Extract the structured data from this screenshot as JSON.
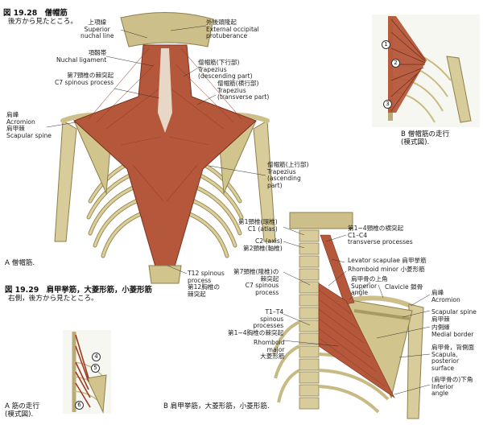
{
  "fig28": {
    "title": "図 19.28　僧帽筋",
    "subtitle": "後方から見たところ。",
    "panel_a": "A 僧帽筋.",
    "panel_b": "B 僧帽筋の走行\n(模式図).",
    "labels": {
      "superior_nuchal_line": "上項線\nSuperior\nnuchal line",
      "external_occipital_protuberance": "外後頭隆起\nExternal occipital\nprotuberance",
      "nuchal_ligament": "項靱帯\nNuchal ligament",
      "trapezius_descending": "僧帽筋(下行部)\nTrapezius\n(descending part)",
      "c7_spinous": "第7頸椎の棘突起\nC7 spinous process",
      "trapezius_transverse": "僧帽筋(横行部)\nTrapezius\n(transverse part)",
      "acromion": "肩峰\nAcromion\n肩甲棘\nScapular spine",
      "trapezius_ascending": "僧帽筋(上行部)\nTrapezius\n(ascending\npart)",
      "t12_spinous": "T12 spinous\nprocess\n第12胸椎の\n棘突起"
    },
    "numbers": [
      "1",
      "2",
      "3"
    ]
  },
  "fig29": {
    "title": "図 19.29　肩甲挙筋，大菱形筋，小菱形筋",
    "subtitle": "右側，後方から見たところ。",
    "panel_a": "A 筋の走行\n(模式図).",
    "panel_b": "B 肩甲挙筋，大菱形筋，小菱形筋.",
    "labels": {
      "c1": "第1頸椎(環椎)\nC1 (atlas)",
      "c2": "C2 (axis)\n第2頸椎(軸椎)",
      "c1c4_transverse": "第1~4頸椎の横突起\nC1–C4\ntransverse processes",
      "levator": "Levator scapulae 肩甲挙筋",
      "rhomboid_minor": "Rhomboid minor 小菱形筋",
      "c7_spinous": "第7頸椎(隆椎)の\n棘突起\nC7 spinous\nprocess",
      "superior_angle": "肩甲骨の上角\nSuperior\nangle",
      "clavicle": "Clavicle 鎖骨",
      "acromion": "肩峰\nAcromion",
      "scapular_spine": "Scapular spine\n肩甲棘",
      "medial_border": "内側縁\nMedial border",
      "t1t4": "T1–T4\nspinous\nprocesses\n第1~4胸椎の棘突起",
      "rhomboid_major": "Rhomboid\nmajor\n大菱形筋",
      "posterior_surface": "肩甲骨，背側面\nScapula,\nposterior\nsurface",
      "inferior_angle": "(肩甲骨の)下角\nInferior\nangle"
    },
    "numbers": [
      "4",
      "5",
      "6"
    ]
  },
  "colors": {
    "muscle": "#b5573a",
    "muscle_dark": "#8a3a26",
    "bone": "#d8cc9a",
    "bone_dark": "#9c8d56",
    "tendon": "#ece6d6"
  }
}
